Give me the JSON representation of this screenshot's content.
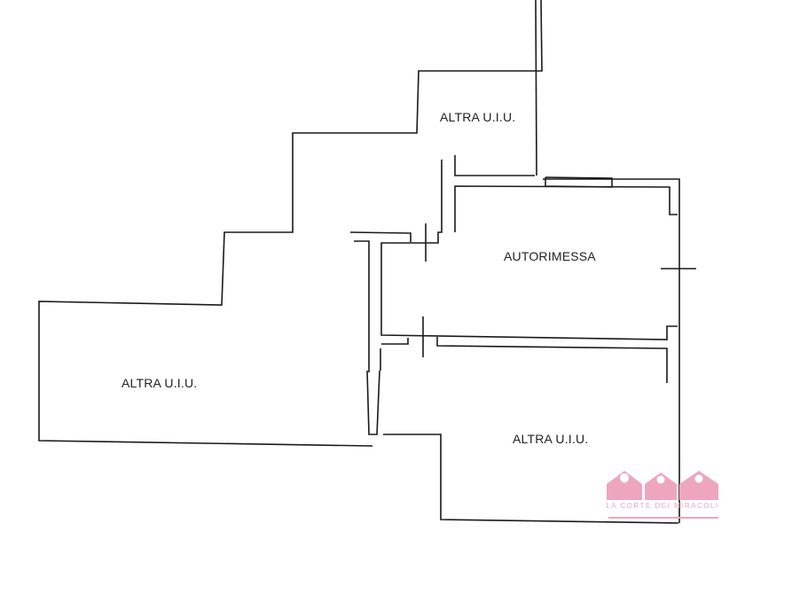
{
  "rooms": {
    "top": "ALTRA U.I.U.",
    "garage": "AUTORIMESSA",
    "left": "ALTRA U.I.U.",
    "bottom": "ALTRA U.I.U."
  },
  "watermark": {
    "text": "LA CORTE DEI MIRACOLI",
    "color": "#eea6bf"
  },
  "line_color": "#1a1a1a"
}
